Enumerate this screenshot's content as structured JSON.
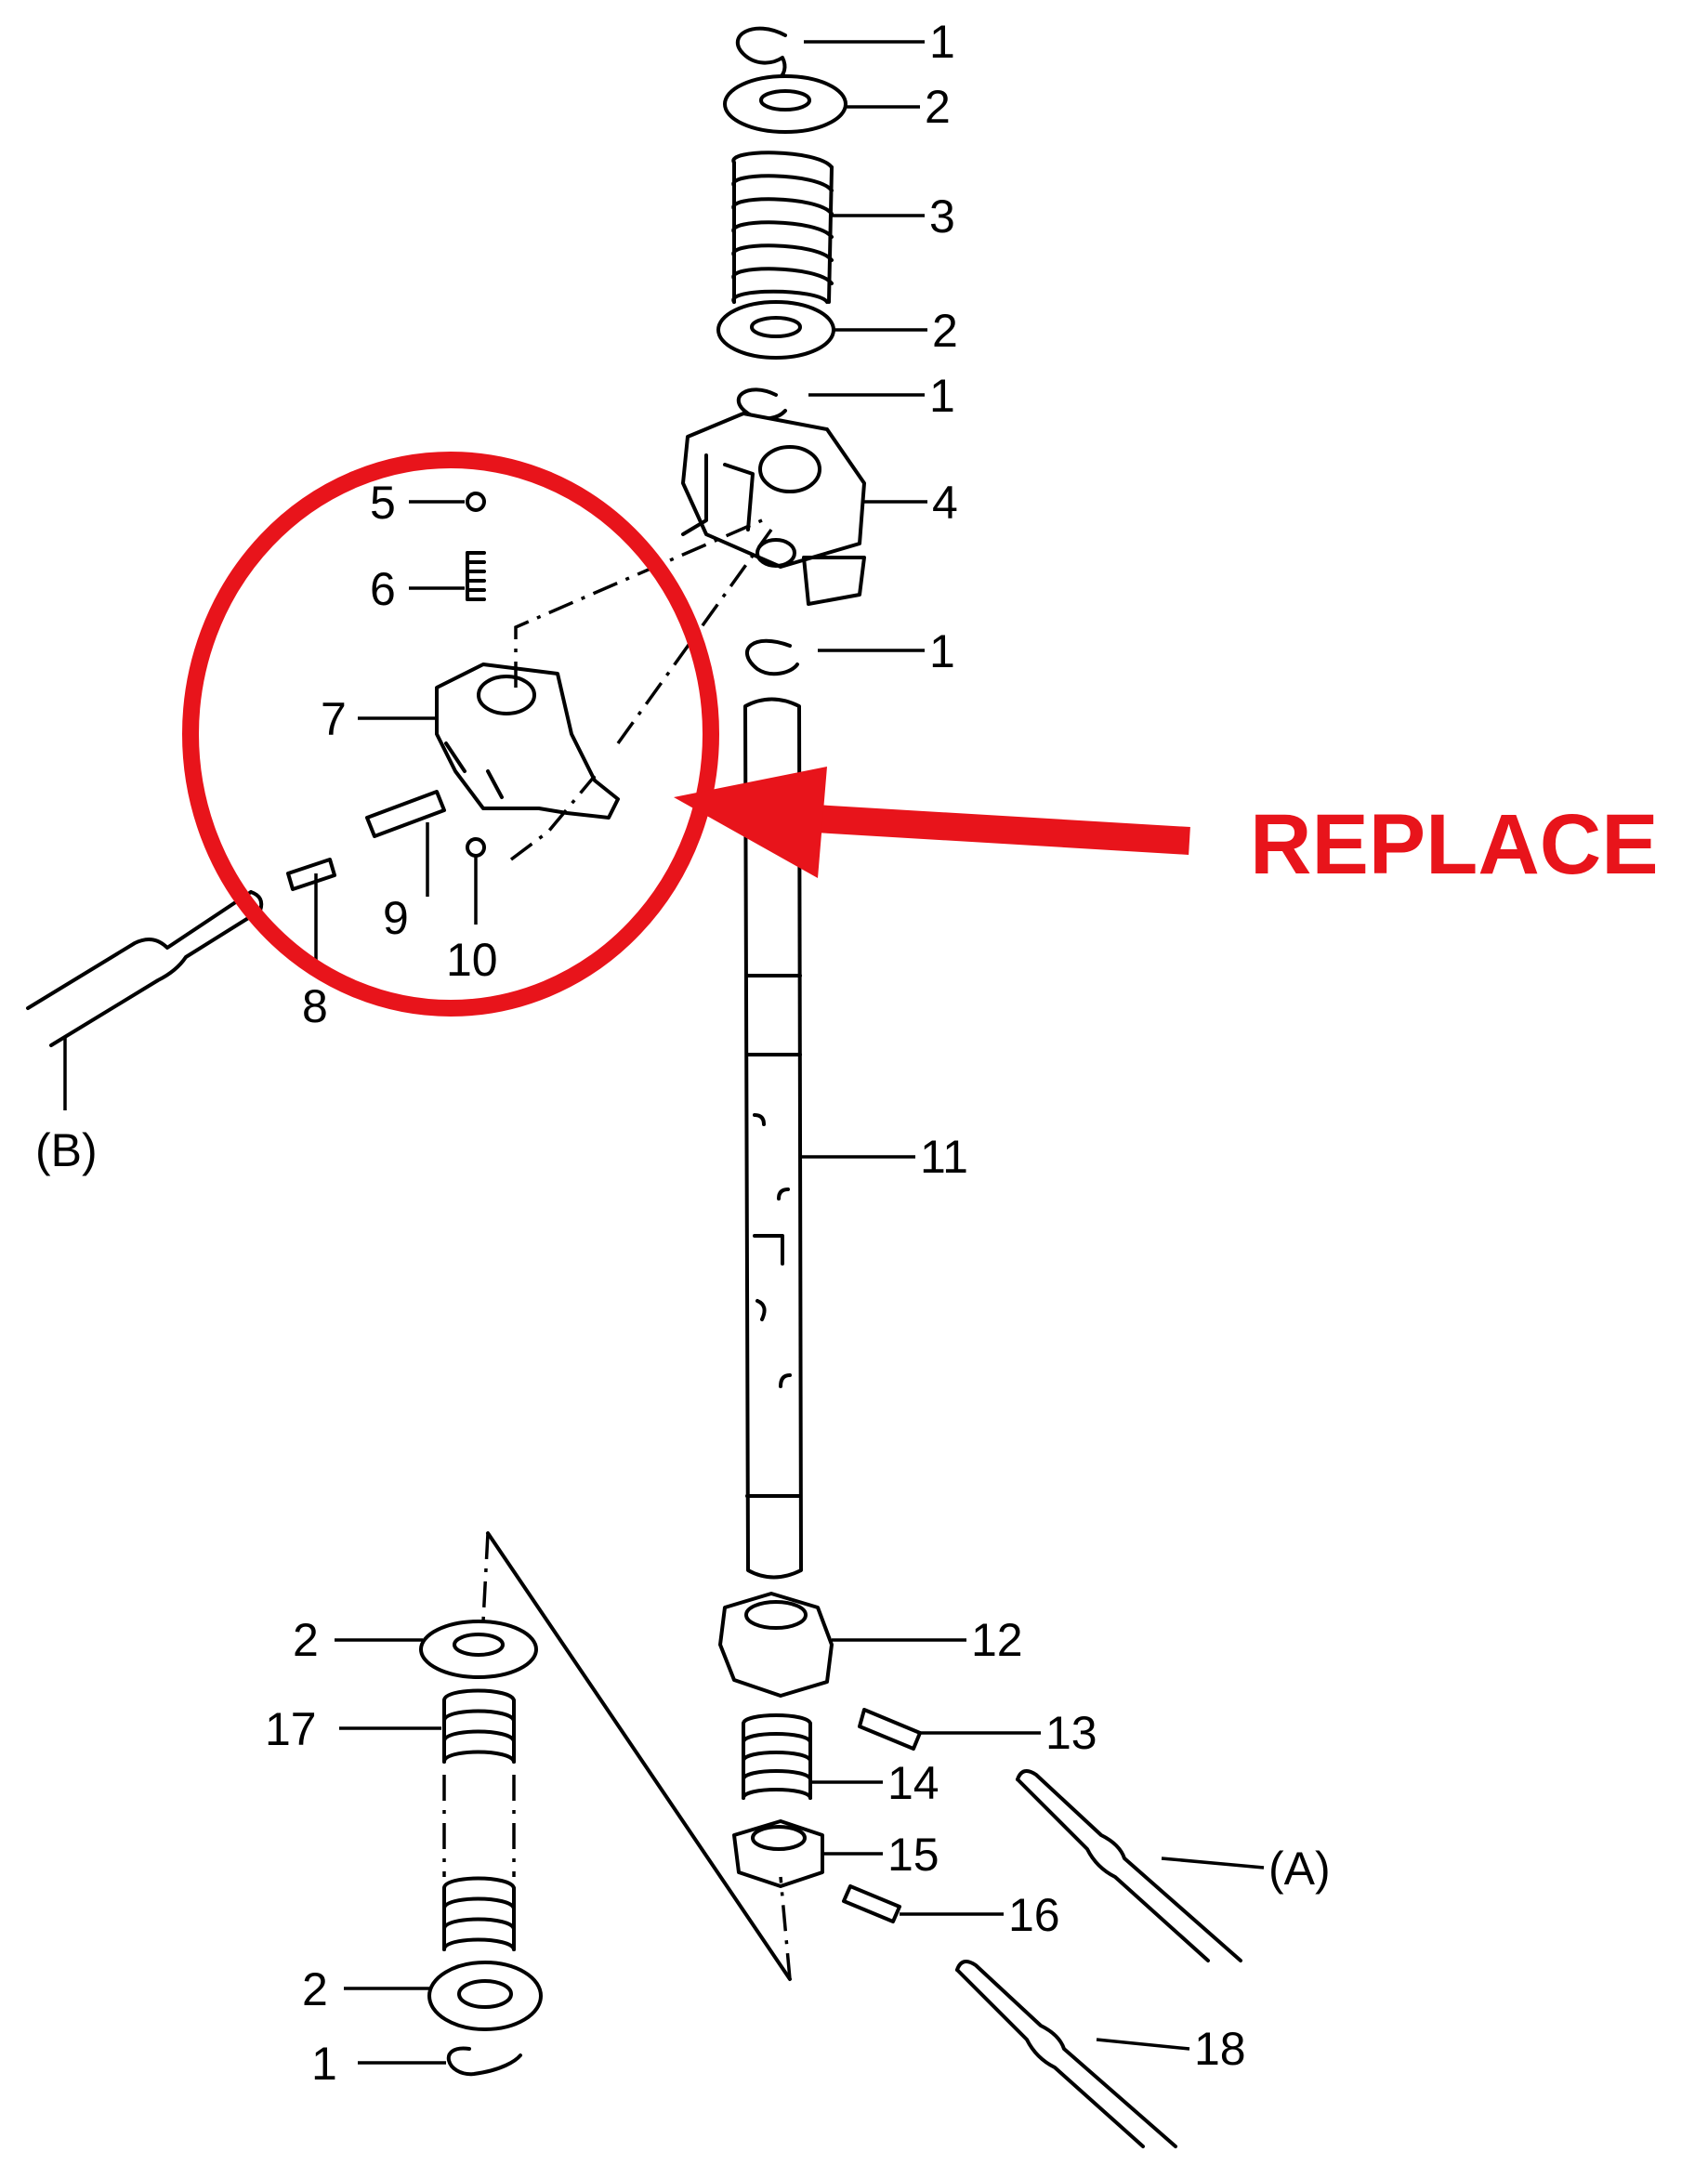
{
  "callout": {
    "text": "REPLACE",
    "color": "#e8141b"
  },
  "part_labels": {
    "p1": "1",
    "p2": "2",
    "p3": "3",
    "p4": "4",
    "p5": "5",
    "p6": "6",
    "p7": "7",
    "p8": "8",
    "p9": "9",
    "p10": "10",
    "p11": "11",
    "p12": "12",
    "p13": "13",
    "p14": "14",
    "p15": "15",
    "p16": "16",
    "p17": "17",
    "p18": "18"
  },
  "tool_labels": {
    "a": "(A)",
    "b": "(B)"
  }
}
